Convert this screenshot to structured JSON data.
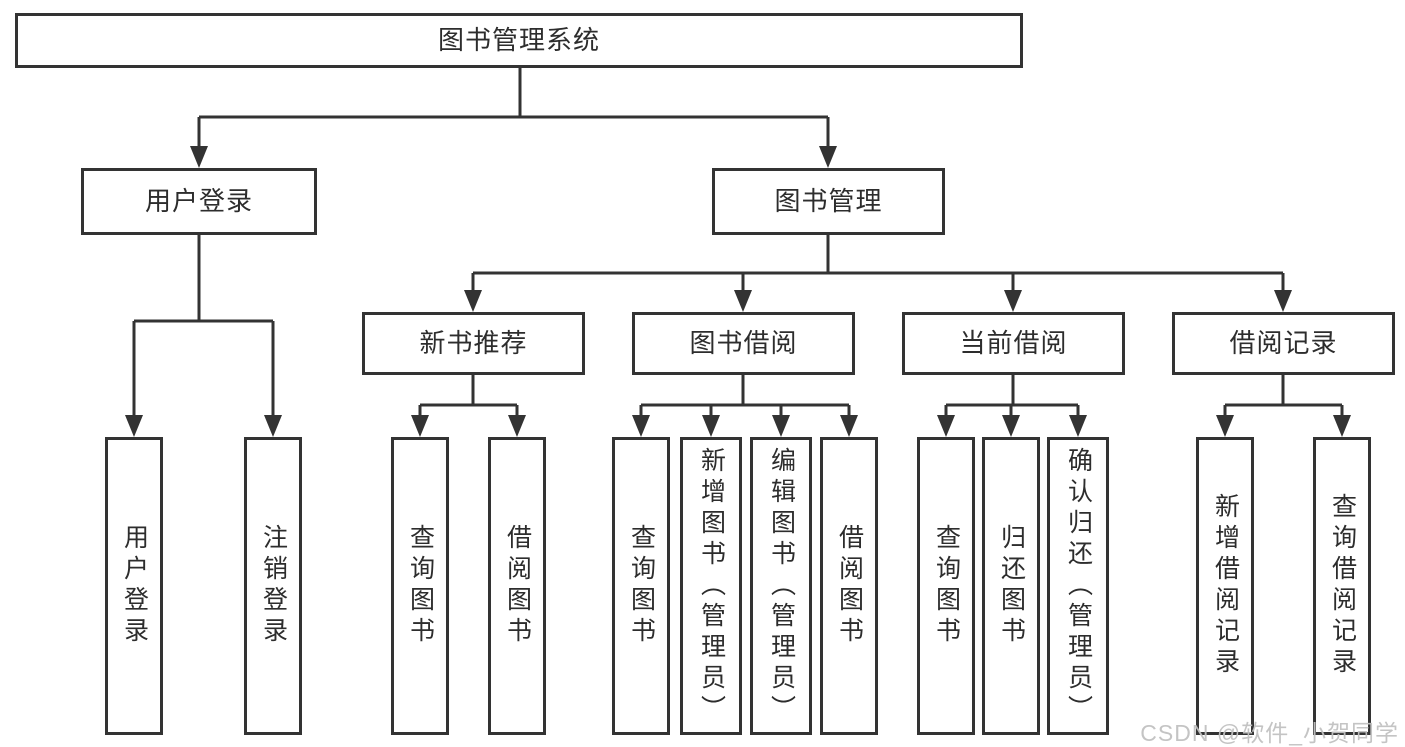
{
  "palette": {
    "line": "#333333",
    "box_border": "#333333",
    "box_background": "#ffffff",
    "text": "#2d2d2d",
    "watermark_text": "#c1c1c1"
  },
  "tree": {
    "root": "图书管理系统",
    "branches": [
      {
        "label": "用户登录",
        "children": [
          "用户登录",
          "注销登录"
        ]
      },
      {
        "label": "图书管理",
        "sections": [
          {
            "label": "新书推荐",
            "children": [
              "查询图书",
              "借阅图书"
            ]
          },
          {
            "label": "图书借阅",
            "children": [
              "查询图书",
              "新增图书（管理员）",
              "编辑图书（管理员）",
              "借阅图书"
            ]
          },
          {
            "label": "当前借阅",
            "children": [
              "查询图书",
              "归还图书",
              "确认归还（管理员）"
            ]
          },
          {
            "label": "借阅记录",
            "children": [
              "新增借阅记录",
              "查询借阅记录"
            ]
          }
        ]
      }
    ]
  },
  "watermark": "CSDN @软件_小贺同学"
}
